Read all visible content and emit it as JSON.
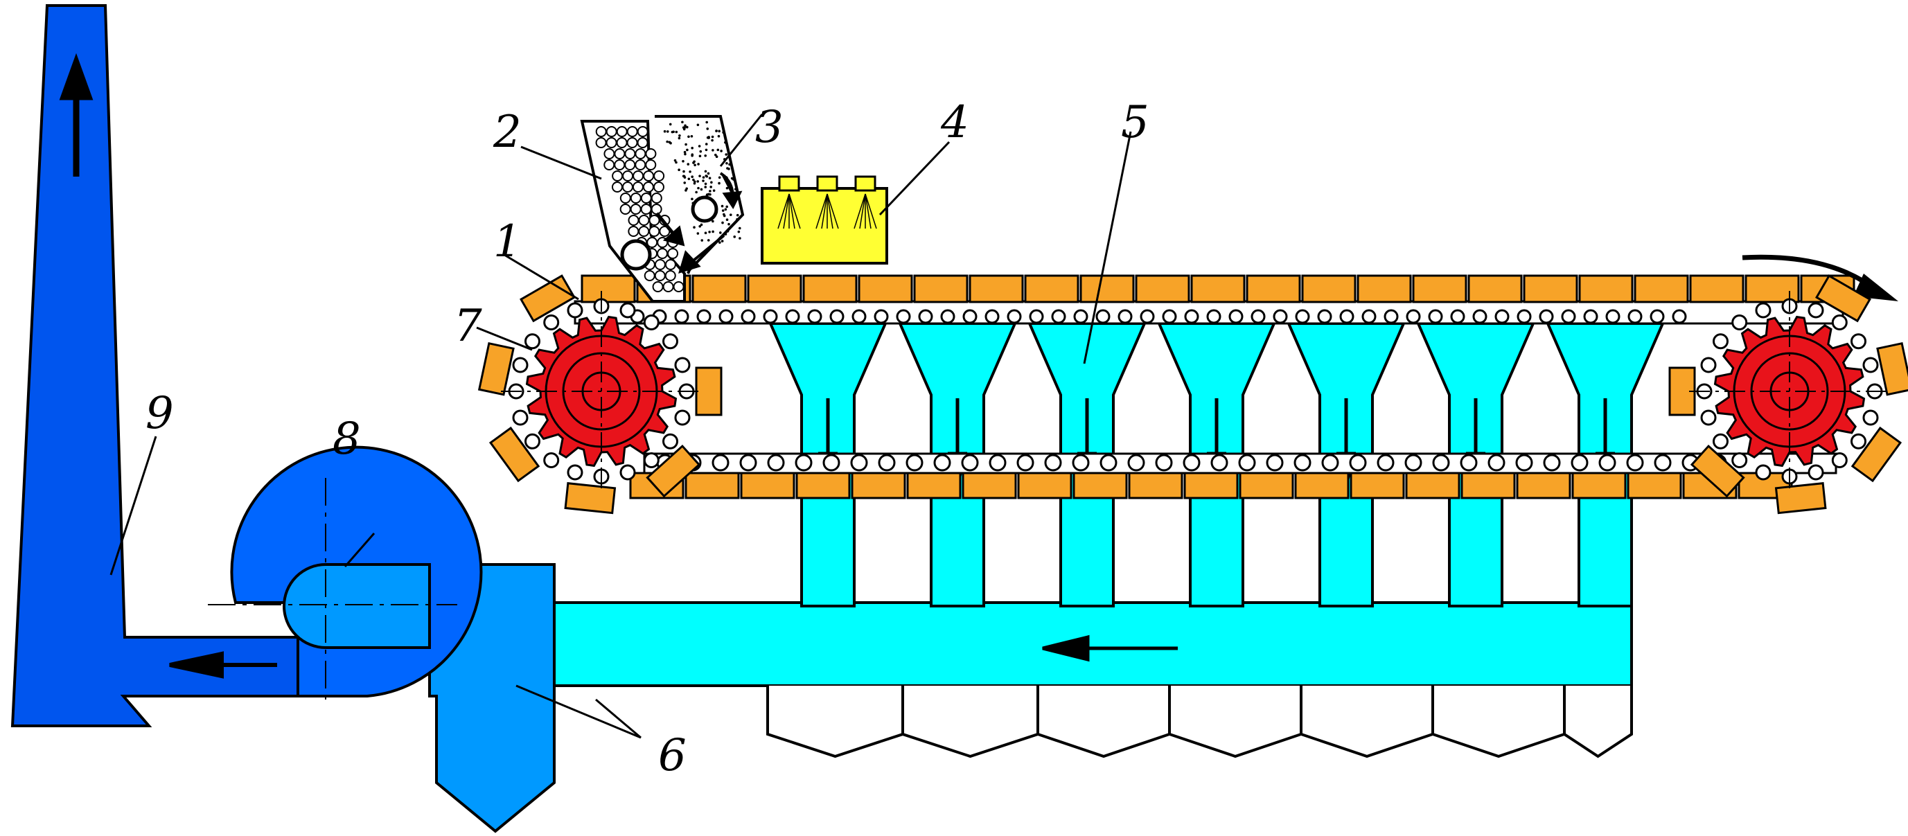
{
  "diagram": {
    "labels": {
      "pallet_car": "1",
      "bedding_hopper": "2",
      "charge_hopper": "3",
      "ignition_hearth": "4",
      "vacuum_chambers": "5",
      "gas_collector": "6",
      "drive_sprocket": "7",
      "exhauster": "8",
      "chimney": "9"
    },
    "colors": {
      "pallets": "#F7A328",
      "sprocket": "#E8131B",
      "chambers": "#00FFFF",
      "collector": "#0099FF",
      "exhauster": "#0066FF",
      "chimney": "#0055EE",
      "ignition": "#FFFF33",
      "outline": "#000000",
      "background": "#FFFFFF"
    }
  }
}
